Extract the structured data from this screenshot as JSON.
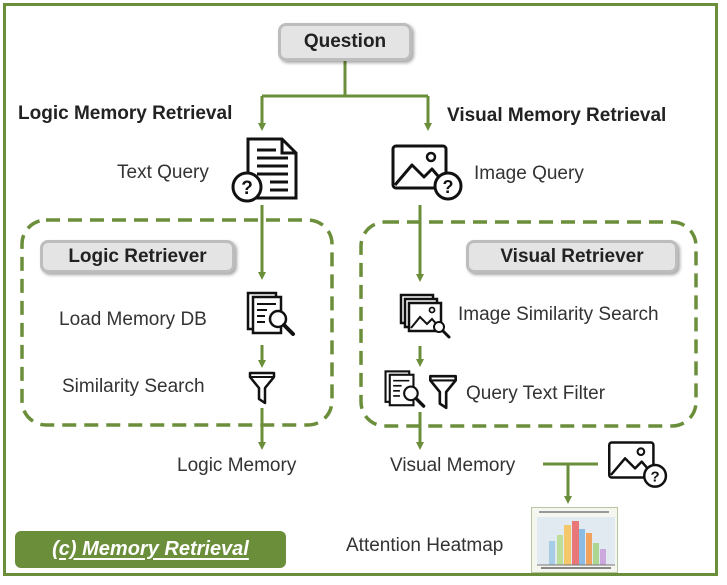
{
  "question": "Question",
  "branches": {
    "logic_title": "Logic Memory Retrieval",
    "visual_title": "Visual Memory Retrieval"
  },
  "queries": {
    "text_query": "Text Query",
    "image_query": "Image Query"
  },
  "logic_retriever": {
    "title": "Logic Retriever",
    "step1": "Load Memory DB",
    "step2": "Similarity Search",
    "output": "Logic Memory"
  },
  "visual_retriever": {
    "title": "Visual Retriever",
    "step1": "Image Similarity Search",
    "step2": "Query Text Filter",
    "output": "Visual Memory"
  },
  "heatmap_label": "Attention Heatmap",
  "panel_tag": "(c) Memory Retrieval",
  "colors": {
    "accent": "#6b8e3a",
    "pill_bg": "#e4e4e4",
    "pill_border": "#bdbdbd"
  },
  "icons": [
    "text-document-query-icon",
    "image-query-icon",
    "document-search-icon",
    "filter-funnel-icon",
    "image-stack-search-icon",
    "heatmap-chart-thumbnail"
  ]
}
